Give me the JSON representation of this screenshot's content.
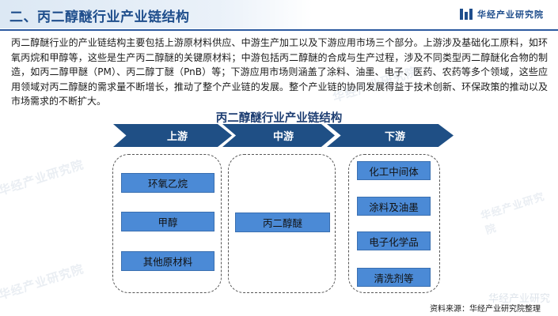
{
  "header": {
    "title": "二、丙二醇醚行业产业链结构",
    "brand": "华经产业研究院"
  },
  "intro": "丙二醇醚行业的产业链结构主要包括上游原材料供应、中游生产加工以及下游应用市场三个部分。上游涉及基础化工原料，如环氧丙烷和甲醇等，这些是生产丙二醇醚的关键原材料；中游包括丙二醇醚的合成与生产过程，涉及不同类型丙二醇醚化合物的制造，如丙二醇甲醚（PM）、丙二醇丁醚（PnB）等；下游应用市场则涵盖了涂料、油墨、电子、医药、农药等多个领域，这些应用领域对丙二醇醚的需求量不断增长，推动了整个产业链的发展。整个产业链的协同发展得益于技术创新、环保政策的推动以及市场需求的不断扩大。",
  "diagram": {
    "title": "丙二醇醚行业产业链结构",
    "stages": {
      "upstream": "上游",
      "midstream": "中游",
      "downstream": "下游"
    },
    "upstream_items": [
      "环氧乙烷",
      "甲醇",
      "其他原材料"
    ],
    "midstream_items": [
      "丙二醇醚"
    ],
    "downstream_items": [
      "化工中间体",
      "涂料及油墨",
      "电子化学品",
      "清洗剂等"
    ]
  },
  "source": "资料来源：华经产业研究院整理",
  "watermark": "华经产业研究院",
  "corner_watermark": "华经产业研究",
  "colors": {
    "accent": "#1f4f85",
    "box": "#4b8ad6",
    "title": "#1f4e8c"
  }
}
